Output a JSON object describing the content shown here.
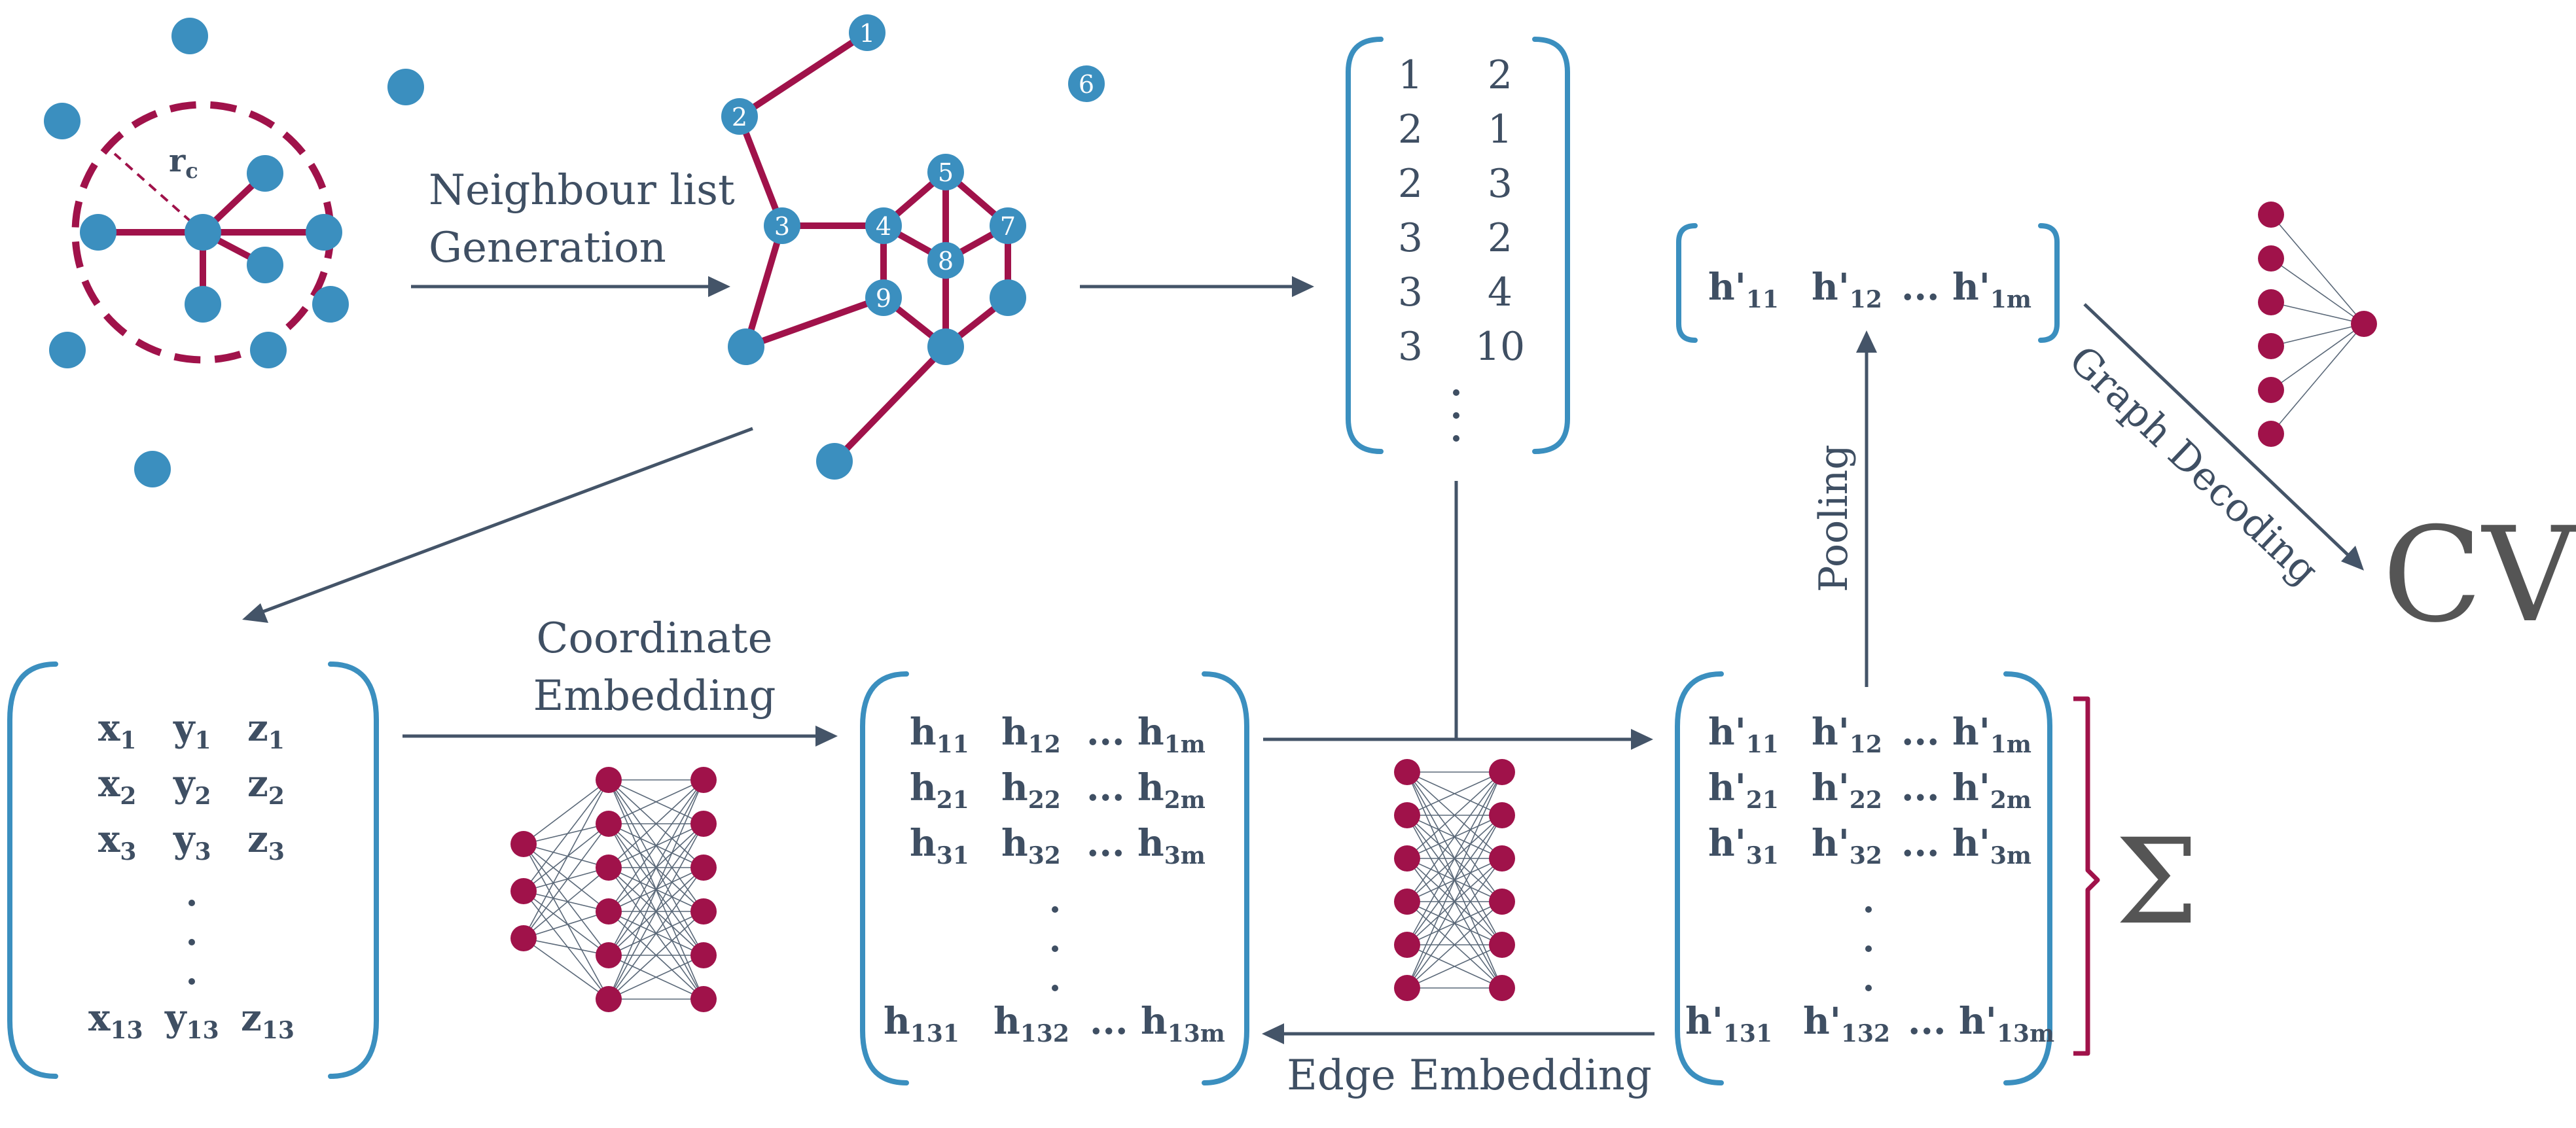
{
  "colors": {
    "node_blue": "#3b8fbf",
    "bond_crimson": "#a0124a",
    "arrow": "#445468",
    "text": "#3f4f63"
  },
  "labels": {
    "cutoff": "r",
    "cutoff_sub": "c",
    "neighbour_1": "Neighbour list",
    "neighbour_2": "Generation",
    "coord_1": "Coordinate",
    "coord_2": "Embedding",
    "edge": "Edge Embedding",
    "pooling": "Pooling",
    "decoding": "Graph Decoding",
    "cv": "CV",
    "sum": "Σ"
  },
  "graph_nodes": [
    "1",
    "2",
    "3",
    "4",
    "5",
    "7",
    "8",
    "9",
    "6"
  ],
  "neighbour_list": {
    "rows": [
      [
        "1",
        "2"
      ],
      [
        "2",
        "1"
      ],
      [
        "2",
        "3"
      ],
      [
        "3",
        "2"
      ],
      [
        "3",
        "4"
      ],
      [
        "3",
        "10"
      ]
    ]
  },
  "coord_matrix": {
    "rows": [
      [
        [
          "x",
          "1"
        ],
        [
          "y",
          "1"
        ],
        [
          "z",
          "1"
        ]
      ],
      [
        [
          "x",
          "2"
        ],
        [
          "y",
          "2"
        ],
        [
          "z",
          "2"
        ]
      ],
      [
        [
          "x",
          "3"
        ],
        [
          "y",
          "3"
        ],
        [
          "z",
          "3"
        ]
      ],
      [
        [
          "x",
          "13"
        ],
        [
          "y",
          "13"
        ],
        [
          "z",
          "13"
        ]
      ]
    ]
  },
  "h_matrix": {
    "rows": [
      [
        [
          "h",
          "11"
        ],
        [
          "h",
          "12"
        ],
        [
          "... h",
          "1m"
        ]
      ],
      [
        [
          "h",
          "21"
        ],
        [
          "h",
          "22"
        ],
        [
          "... h",
          "2m"
        ]
      ],
      [
        [
          "h",
          "31"
        ],
        [
          "h",
          "32"
        ],
        [
          "... h",
          "3m"
        ]
      ],
      [
        [
          "h",
          "131"
        ],
        [
          "h",
          "132"
        ],
        [
          "... h",
          "13m"
        ]
      ]
    ]
  },
  "hp_matrix": {
    "rows": [
      [
        [
          "h'",
          "11"
        ],
        [
          "h'",
          "12"
        ],
        [
          "... h'",
          "1m"
        ]
      ],
      [
        [
          "h'",
          "21"
        ],
        [
          "h'",
          "22"
        ],
        [
          "... h'",
          "2m"
        ]
      ],
      [
        [
          "h'",
          "31"
        ],
        [
          "h'",
          "32"
        ],
        [
          "... h'",
          "3m"
        ]
      ],
      [
        [
          "h'",
          "131"
        ],
        [
          "h'",
          "132"
        ],
        [
          "... h'",
          "13m"
        ]
      ]
    ]
  },
  "pooled_row": [
    [
      "h'",
      "11"
    ],
    [
      "h'",
      "12"
    ],
    [
      "... h'",
      "1m"
    ]
  ]
}
